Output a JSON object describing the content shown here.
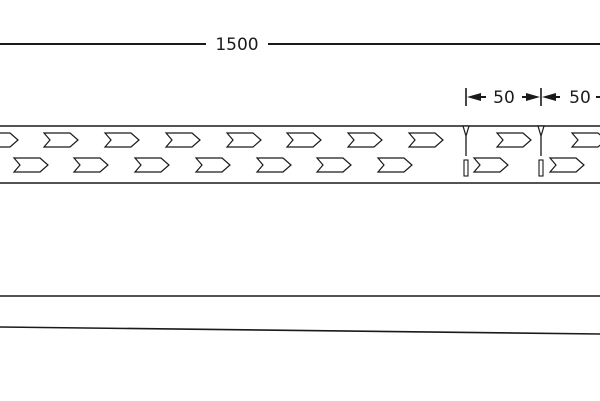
{
  "dimensions": {
    "overall_length": "1500",
    "segment_spacing_a": "50",
    "segment_spacing_b": "50"
  },
  "colors": {
    "stroke": "#1a1a1a",
    "background": "#ffffff"
  },
  "icons": {
    "chevron": "chevron-right-icon",
    "arrow": "dimension-arrowhead-icon"
  }
}
